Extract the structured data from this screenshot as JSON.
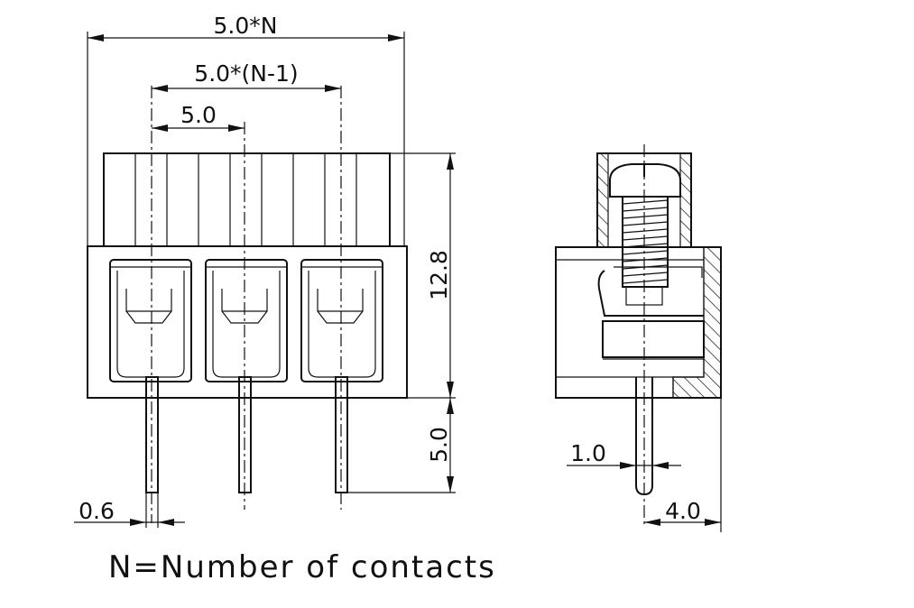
{
  "front_view": {
    "dim_total_width": "5.0*N",
    "dim_outer_pitch": "5.0*(N-1)",
    "dim_pitch": "5.0",
    "dim_height": "12.8",
    "dim_pin_length": "5.0",
    "dim_pin_width": "0.6",
    "contacts_shown": 3
  },
  "side_view": {
    "dim_pin_diameter": "1.0",
    "dim_pin_offset": "4.0"
  },
  "note": "N=Number of contacts"
}
